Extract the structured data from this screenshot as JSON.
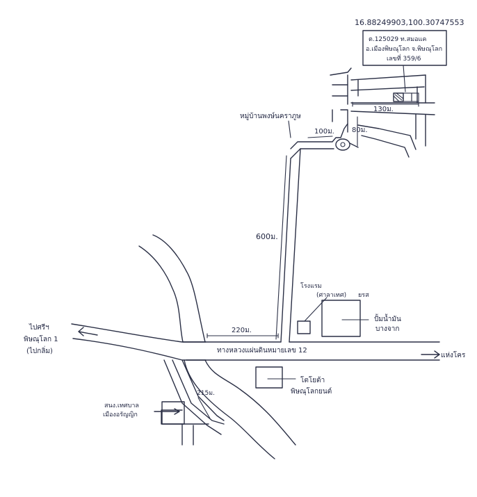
{
  "coordinates": "16.88249903,100.30747553",
  "address_box": {
    "line1": "ต.125029 ท.สมอแค",
    "line2": "อ.เมืองพิษณุโลก จ.พิษณุโลก",
    "line3": "เลขที่ 359/6"
  },
  "labels": {
    "village": "หมู่บ้านพงษ์นคราภูษ",
    "dist_100": "100ม.",
    "dist_80": "80ม.",
    "dist_130": "130ม.",
    "dist_600": "600ม.",
    "dist_220": "220ม.",
    "dist_215": "215ม.",
    "highway": "ทางหลวงแผ่นดินหมายเลข 12",
    "left_dest_line1": "ไปศรีฯ",
    "left_dest_line2": "พิษณุโลก 1",
    "left_dest_line3": "(ไปกลิ่ม)",
    "right_dest": "แห่งโคร",
    "hotel_line1": "โรงแรม",
    "hotel_line2": "(ศาลาเทศ)",
    "hotel_line3": "ยรส",
    "gas_station_line1": "ปั้มน้ำมัน",
    "gas_station_line2": "บางจาก",
    "toyota_line1": "โตโยต้า",
    "toyota_line2": "พิษณุโลกยนต์",
    "office_line1": "สนง.เทศบาล",
    "office_line2": "เมืองอรัญญิก"
  },
  "colors": {
    "ink": "#2a2f45",
    "paper": "#ffffff"
  }
}
